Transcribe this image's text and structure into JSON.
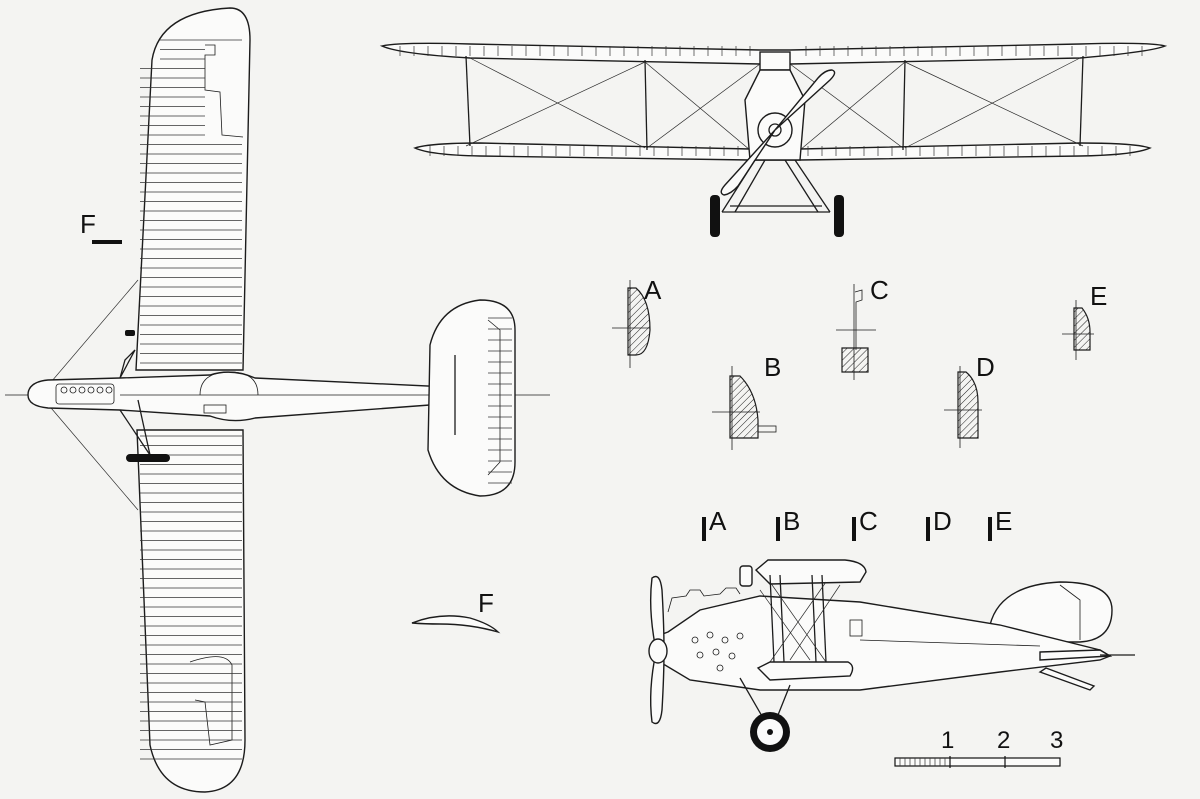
{
  "section_labels": {
    "a": "A",
    "b": "B",
    "c": "C",
    "d": "D",
    "e": "E",
    "f": "F"
  },
  "scale_bar": {
    "ticks": [
      "1",
      "2",
      "3"
    ]
  }
}
